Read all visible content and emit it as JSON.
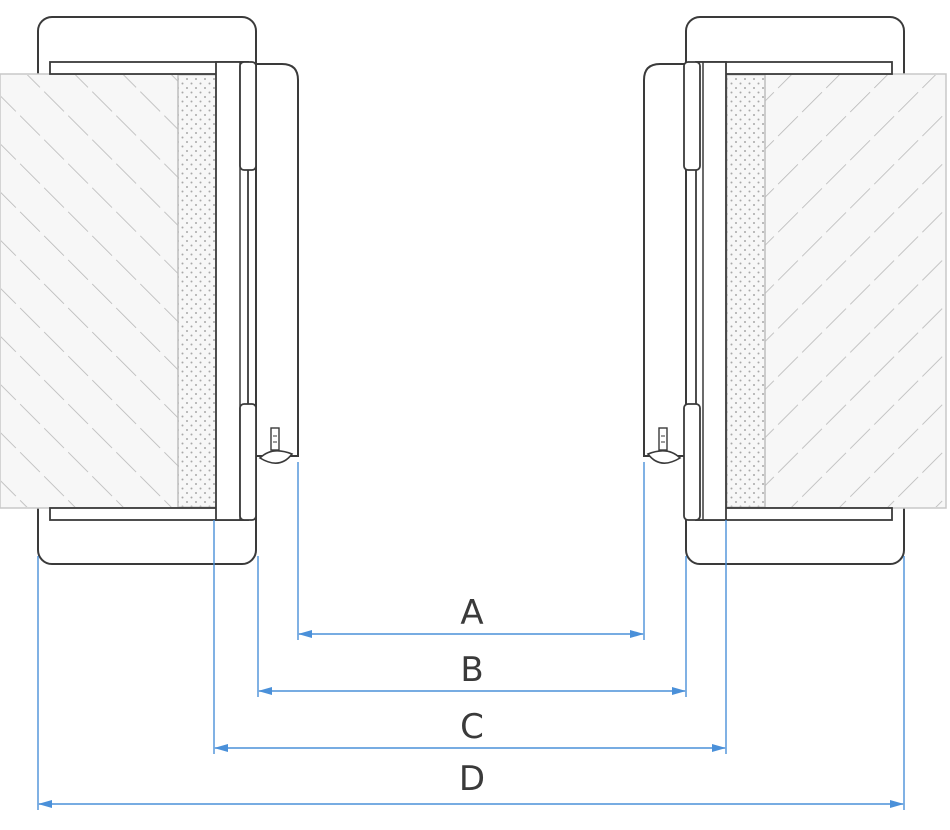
{
  "dimensions": {
    "a": "A",
    "b": "B",
    "c": "C",
    "d": "D"
  },
  "colors": {
    "outline": "#3a3a3a",
    "hatch": "#b0b0b0",
    "dimension_line": "#4a90d9",
    "wall_fill": "#f7f7f7",
    "frame_fill": "#ffffff"
  }
}
